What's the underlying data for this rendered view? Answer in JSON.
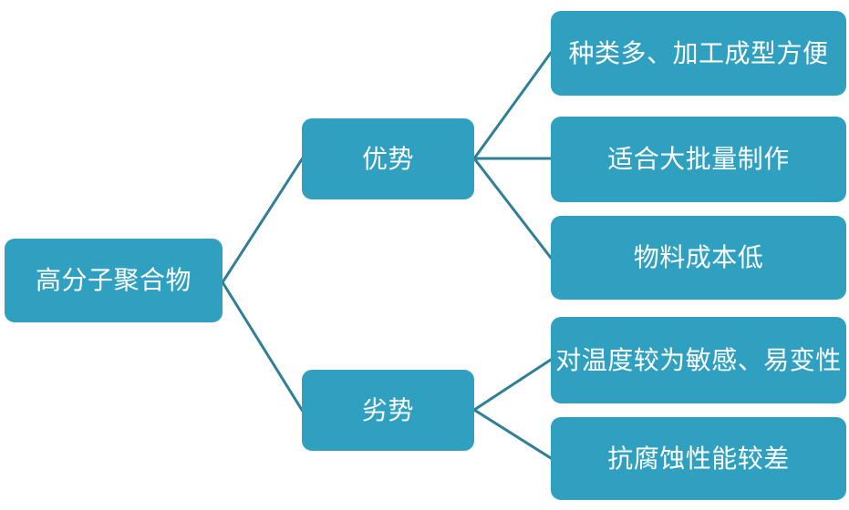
{
  "diagram": {
    "type": "tree-mindmap",
    "orientation": "left-to-right",
    "colors": {
      "node_fill": "#2FA0C0",
      "node_text": "#FFFFFF",
      "connector": "#2F7F96",
      "background": "#FFFFFF"
    },
    "root": {
      "label": "高分子聚合物"
    },
    "branches": [
      {
        "id": "advantages",
        "label": "优势",
        "leaves": [
          {
            "id": "variety",
            "label": "种类多、加工成型方便"
          },
          {
            "id": "massproduce",
            "label": "适合大批量制作"
          },
          {
            "id": "lowcost",
            "label": "物料成本低"
          }
        ]
      },
      {
        "id": "disadvantages",
        "label": "劣势",
        "leaves": [
          {
            "id": "heatsensitive",
            "label": "对温度较为敏感、易变性"
          },
          {
            "id": "corrosion",
            "label": "抗腐蚀性能较差"
          }
        ]
      }
    ]
  }
}
